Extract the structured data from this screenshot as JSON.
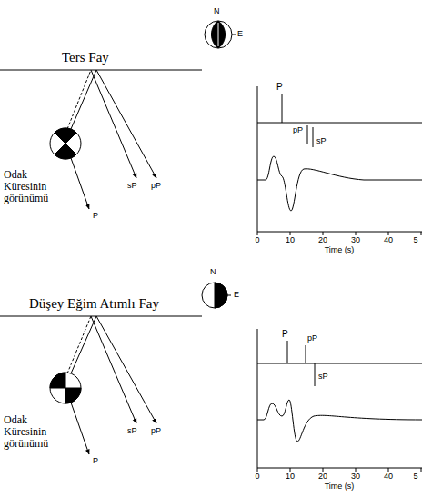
{
  "diagram": {
    "labels": [
      "Ters Fay",
      "N",
      "E",
      "Odak Küresinin görünümü",
      "sP",
      "pP",
      "P",
      "P",
      "pP",
      "sP",
      "0",
      "10",
      "20",
      "30",
      "40",
      "5",
      "Time (s)",
      "Düşey Eğim Atımlı Fay",
      "N",
      "E",
      "Odak Küresinin görünümü",
      "sP",
      "pP",
      "P",
      "P",
      "pP",
      "sP",
      "0",
      "10",
      "20",
      "30",
      "40",
      "5",
      "Time (s)"
    ]
  }
}
